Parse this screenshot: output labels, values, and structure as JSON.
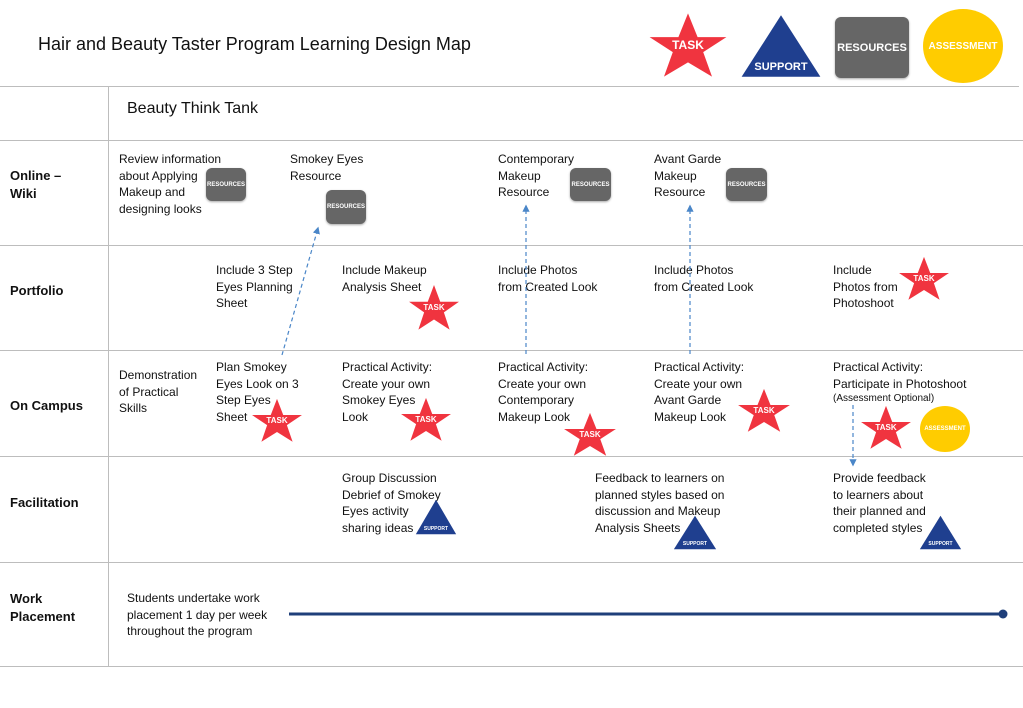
{
  "header": {
    "title": "Hair and Beauty Taster Program Learning Design Map",
    "legend": {
      "task": "TASK",
      "support": "SUPPORT",
      "resources": "RESOURCES",
      "assessment": "ASSESSMENT"
    }
  },
  "subtitle": "Beauty Think Tank",
  "rows": {
    "online": "Online –\nWiki",
    "portfolio": "Portfolio",
    "campus": "On Campus",
    "facilitation": "Facilitation",
    "work": " Work\nPlacement"
  },
  "online": {
    "review": "Review information\nabout Applying\nMakeup and\ndesigning looks",
    "smokey": "Smokey Eyes\nResource",
    "contemporary": "Contemporary\nMakeup\nResource",
    "avant": "Avant Garde\nMakeup\nResource"
  },
  "portfolio": {
    "plan": "Include 3 Step\nEyes Planning\nSheet",
    "analysis": "Include Makeup\nAnalysis Sheet",
    "photos1": "Include Photos\nfrom Created Look",
    "photos2": "Include Photos\nfrom Created Look",
    "photoshoot": "Include\nPhotos from\nPhotoshoot"
  },
  "campus": {
    "demo": "Demonstration\nof Practical\nSkills",
    "plan": "Plan Smokey\nEyes Look on 3\nStep Eyes\nSheet",
    "smokey": "Practical Activity:\nCreate your own\nSmokey Eyes\nLook",
    "contemporary": "Practical Activity:\nCreate your own\nContemporary\nMakeup Look",
    "avant": "Practical Activity:\nCreate your own\nAvant Garde\nMakeup Look",
    "photoshoot": "Practical Activity:\nParticipate in Photoshoot",
    "optional": "(Assessment Optional)"
  },
  "facilitation": {
    "group": "Group Discussion\nDebrief of Smokey\nEyes activity\nsharing ideas",
    "feedback1": "Feedback to learners on\nplanned styles based on\ndiscussion and Makeup\nAnalysis Sheets",
    "feedback2": "Provide feedback\nto learners about\ntheir planned and\ncompleted styles"
  },
  "work": {
    "text": "Students undertake work\nplacement 1 day per week\nthroughout the program"
  },
  "colors": {
    "task": "#f0343f",
    "support": "#1f3f8f",
    "resources": "#666666",
    "assessment": "#ffcc00",
    "arrow": "#4a86c8",
    "timeline": "#1f3f7a",
    "grid": "#bdbdbd"
  }
}
